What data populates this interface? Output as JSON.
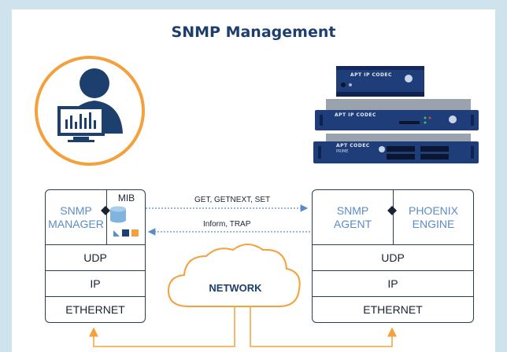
{
  "title": "SNMP Management",
  "manager": {
    "line1": "SNMP",
    "line2": "MANAGER",
    "mib": "MIB",
    "udp": "UDP",
    "ip": "IP",
    "ethernet": "ETHERNET"
  },
  "agent": {
    "line1": "SNMP",
    "line2": "AGENT",
    "engine1": "PHOENIX",
    "engine2": "ENGINE",
    "udp": "UDP",
    "ip": "IP",
    "ethernet": "ETHERNET"
  },
  "arrows": {
    "request": "GET, GETNEXT, SET",
    "response": "Inform, TRAP"
  },
  "network": "NETWORK",
  "devices": {
    "top": "APT IP CODEC",
    "middle": "APT IP CODEC",
    "bottom_line1": "APT CODEC",
    "bottom_line2": "PRIME"
  },
  "colors": {
    "accent_orange": "#f4a03c",
    "navy": "#1d3f6e",
    "device_blue": "#1f3d78",
    "label_blue": "#5a8cc8"
  }
}
